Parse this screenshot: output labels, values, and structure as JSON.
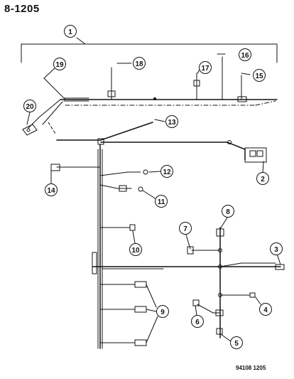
{
  "page_code": "8-1205",
  "drawing_id": "94108  1205",
  "callouts": [
    {
      "id": "c1",
      "label": "1"
    },
    {
      "id": "c2",
      "label": "2"
    },
    {
      "id": "c3",
      "label": "3"
    },
    {
      "id": "c4",
      "label": "4"
    },
    {
      "id": "c5",
      "label": "5"
    },
    {
      "id": "c6",
      "label": "6"
    },
    {
      "id": "c7",
      "label": "7"
    },
    {
      "id": "c8",
      "label": "8"
    },
    {
      "id": "c9",
      "label": "9"
    },
    {
      "id": "c10",
      "label": "10"
    },
    {
      "id": "c11",
      "label": "11"
    },
    {
      "id": "c12",
      "label": "12"
    },
    {
      "id": "c13",
      "label": "13"
    },
    {
      "id": "c14",
      "label": "14"
    },
    {
      "id": "c15",
      "label": "15"
    },
    {
      "id": "c16",
      "label": "16"
    },
    {
      "id": "c17",
      "label": "17"
    },
    {
      "id": "c18",
      "label": "18"
    },
    {
      "id": "c19",
      "label": "19"
    },
    {
      "id": "c20",
      "label": "20"
    }
  ]
}
